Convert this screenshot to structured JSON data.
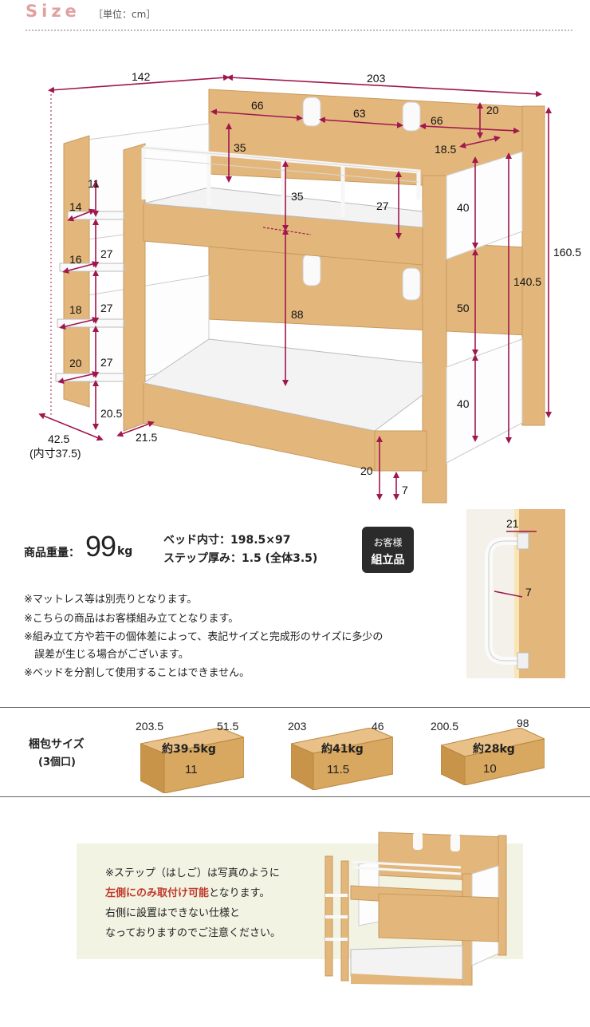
{
  "header": {
    "title": "Size",
    "unit": "［単位：cm］"
  },
  "dims": {
    "d142": "142",
    "d203": "203",
    "d66a": "66",
    "d63": "63",
    "d66b": "66",
    "d20top": "20",
    "d18_5": "18.5",
    "d35a": "35",
    "d35b": "35",
    "d27top": "27",
    "d11": "11",
    "d14": "14",
    "d27a": "27",
    "d16": "16",
    "d27b": "27",
    "d18": "18",
    "d27c": "27",
    "d20step": "20",
    "d20_5": "20.5",
    "d42_5": "42.5",
    "d42_5sub": "(内寸37.5)",
    "d21_5": "21.5",
    "d88": "88",
    "d40a": "40",
    "d50": "50",
    "d40b": "40",
    "d160_5": "160.5",
    "d140_5": "140.5",
    "d20bot": "20",
    "d7": "7"
  },
  "weight": {
    "label": "商品重量：",
    "value": "99",
    "unit": "kg"
  },
  "specs": {
    "inner": "ベッド内寸：198.5×97",
    "step": "ステップ厚み：1.5 (全体3.5)"
  },
  "badge": {
    "line1": "お客様",
    "line2": "組立品"
  },
  "handle": {
    "d21": "21",
    "d7": "7"
  },
  "notes": [
    "※マットレス等は別売りとなります。",
    "※こちらの商品はお客様組み立てとなります。",
    "※組み立て方や若干の個体差によって、表記サイズと完成形のサイズに多少の",
    "　誤差が生じる場合がございます。",
    "※ベッドを分割して使用することはできません。"
  ],
  "packing": {
    "label": "梱包サイズ",
    "sub": "(3個口)",
    "boxes": [
      {
        "length": "203.5",
        "width": "51.5",
        "weight": "約39.5kg",
        "height": "11"
      },
      {
        "length": "203",
        "width": "46",
        "weight": "約41kg",
        "height": "11.5"
      },
      {
        "length": "200.5",
        "width": "98",
        "weight": "約28kg",
        "height": "10"
      }
    ]
  },
  "notice": {
    "line1": "※ステップ（はしご）は写真のように",
    "line2_red": "左側にのみ取付け可能",
    "line2_rest": "となります。",
    "line3": "右側に設置はできない仕様と",
    "line4": "なっておりますのでご注意ください。"
  },
  "colors": {
    "wood": "#e3b77c",
    "wood_dark": "#c8995c",
    "dim_line": "#a0174f",
    "box": "#d9a860",
    "notice_bg": "#f2f3e3"
  }
}
